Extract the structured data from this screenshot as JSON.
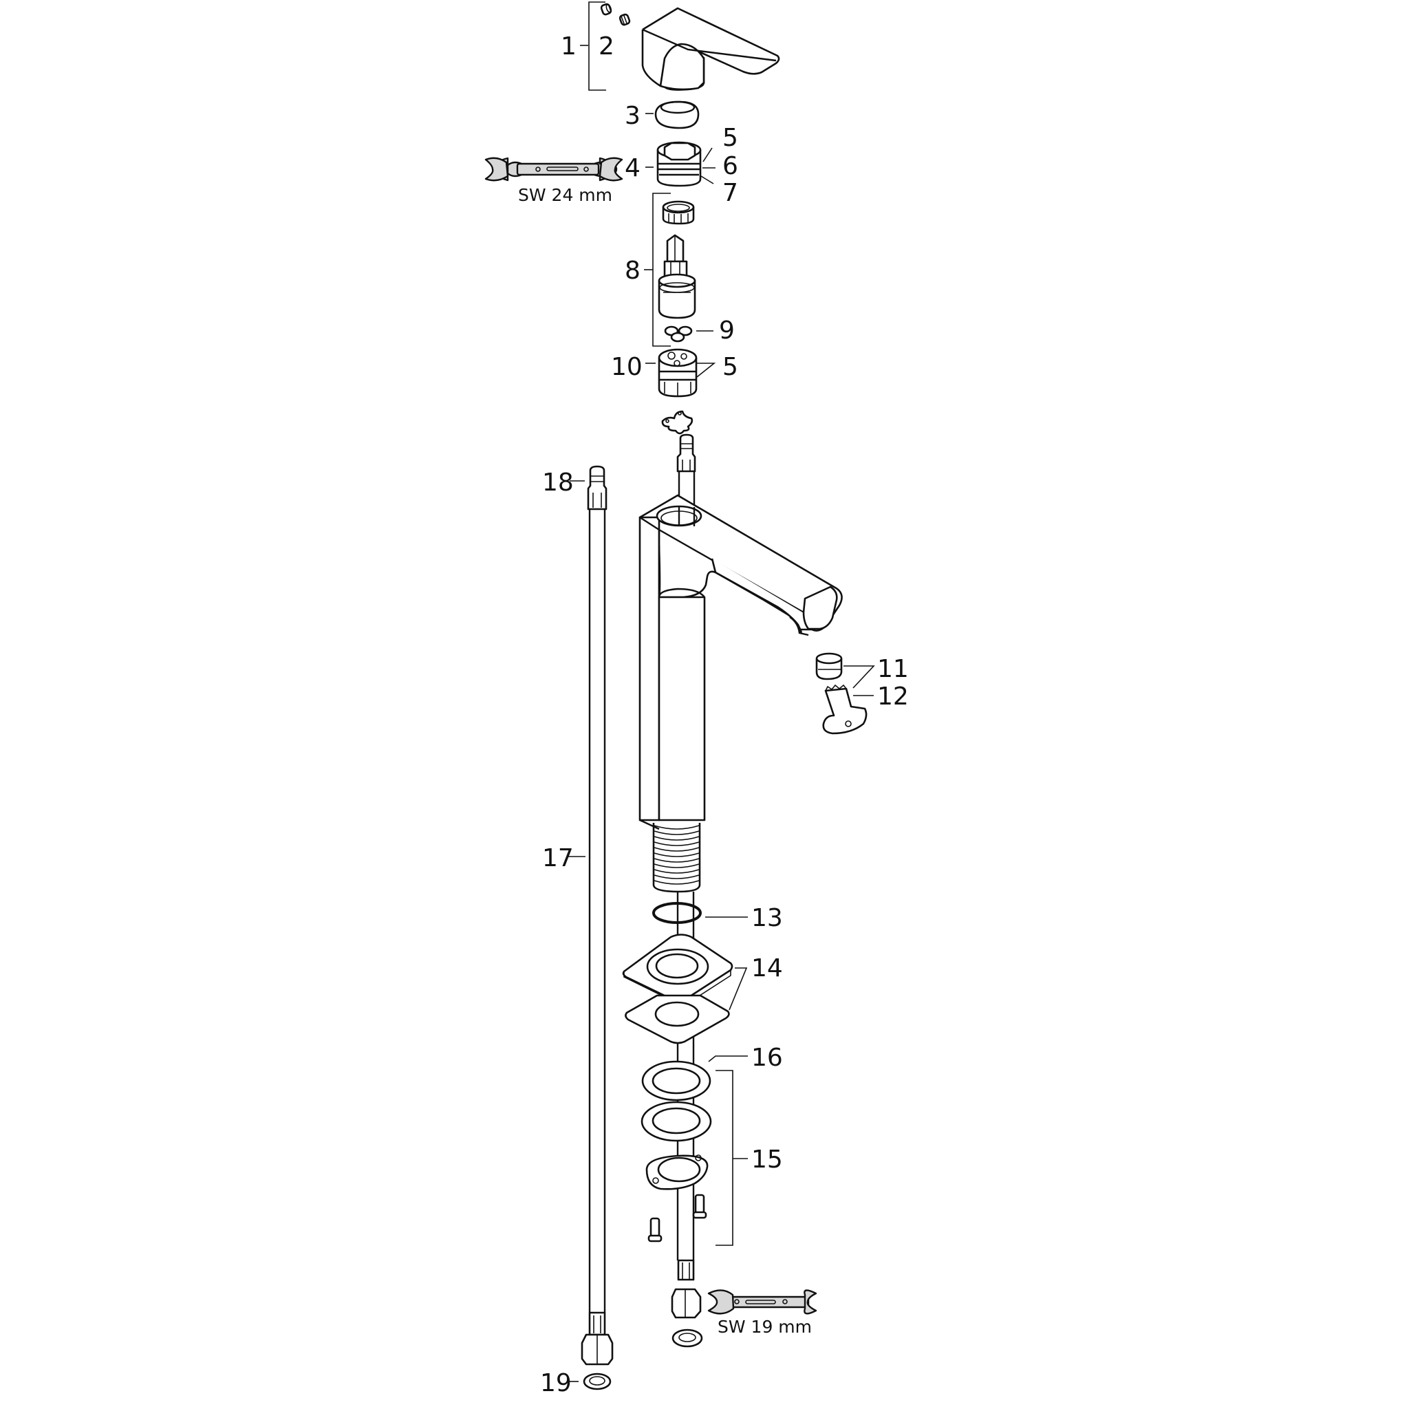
{
  "diagram": {
    "type": "exploded-parts-diagram",
    "subject": "single-lever basin mixer tap (tall), exploded view",
    "callouts": [
      {
        "id": "1",
        "text": "1"
      },
      {
        "id": "2",
        "text": "2"
      },
      {
        "id": "3",
        "text": "3"
      },
      {
        "id": "4",
        "text": "4"
      },
      {
        "id": "5a",
        "text": "5"
      },
      {
        "id": "6",
        "text": "6"
      },
      {
        "id": "7",
        "text": "7"
      },
      {
        "id": "8",
        "text": "8"
      },
      {
        "id": "9",
        "text": "9"
      },
      {
        "id": "10",
        "text": "10"
      },
      {
        "id": "5b",
        "text": "5"
      },
      {
        "id": "11",
        "text": "11"
      },
      {
        "id": "12",
        "text": "12"
      },
      {
        "id": "13",
        "text": "13"
      },
      {
        "id": "14",
        "text": "14"
      },
      {
        "id": "16",
        "text": "16"
      },
      {
        "id": "15",
        "text": "15"
      },
      {
        "id": "17",
        "text": "17"
      },
      {
        "id": "18",
        "text": "18"
      },
      {
        "id": "19",
        "text": "19"
      }
    ],
    "tools": [
      {
        "id": "wrench-top",
        "label": "SW 24 mm"
      },
      {
        "id": "wrench-bottom",
        "label": "SW 19 mm"
      }
    ],
    "parts": [
      "lever-handle",
      "grub-screws",
      "cover-cap",
      "bonnet-nut",
      "cartridge-nut",
      "ceramic-cartridge",
      "cartridge-seals",
      "cartridge-base",
      "spider-clip",
      "spout-body",
      "aerator",
      "aerator-key",
      "o-ring",
      "base-plate",
      "base-gasket",
      "washer-1",
      "washer-2",
      "fixing-nut-flange",
      "fixing-screws",
      "supply-hose-main",
      "supply-hose-separate",
      "hose-seal"
    ]
  }
}
